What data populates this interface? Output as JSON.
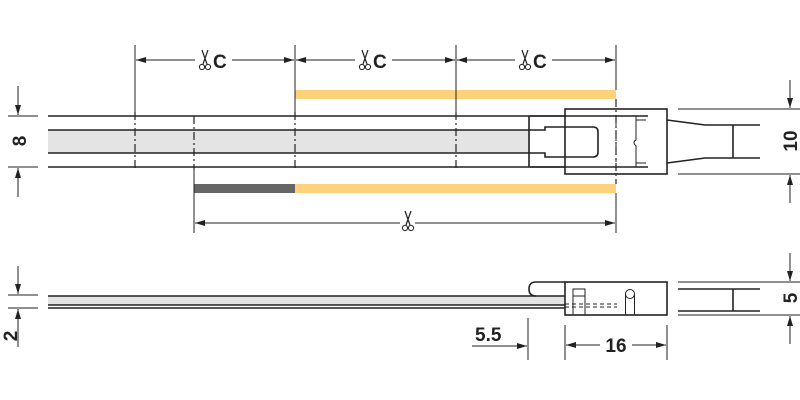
{
  "colors": {
    "line": "#222222",
    "strip_fill": "#e4e4e4",
    "led_yellow": "#fdd27a",
    "led_grey": "#666666"
  },
  "dimensions": {
    "cut_label": "C",
    "strip_width": "8",
    "connector_width": "10",
    "strip_height": "2",
    "connector_height": "5",
    "overlap": "5.5",
    "connector_length": "16"
  },
  "icons": {
    "cut": "scissors-icon"
  }
}
